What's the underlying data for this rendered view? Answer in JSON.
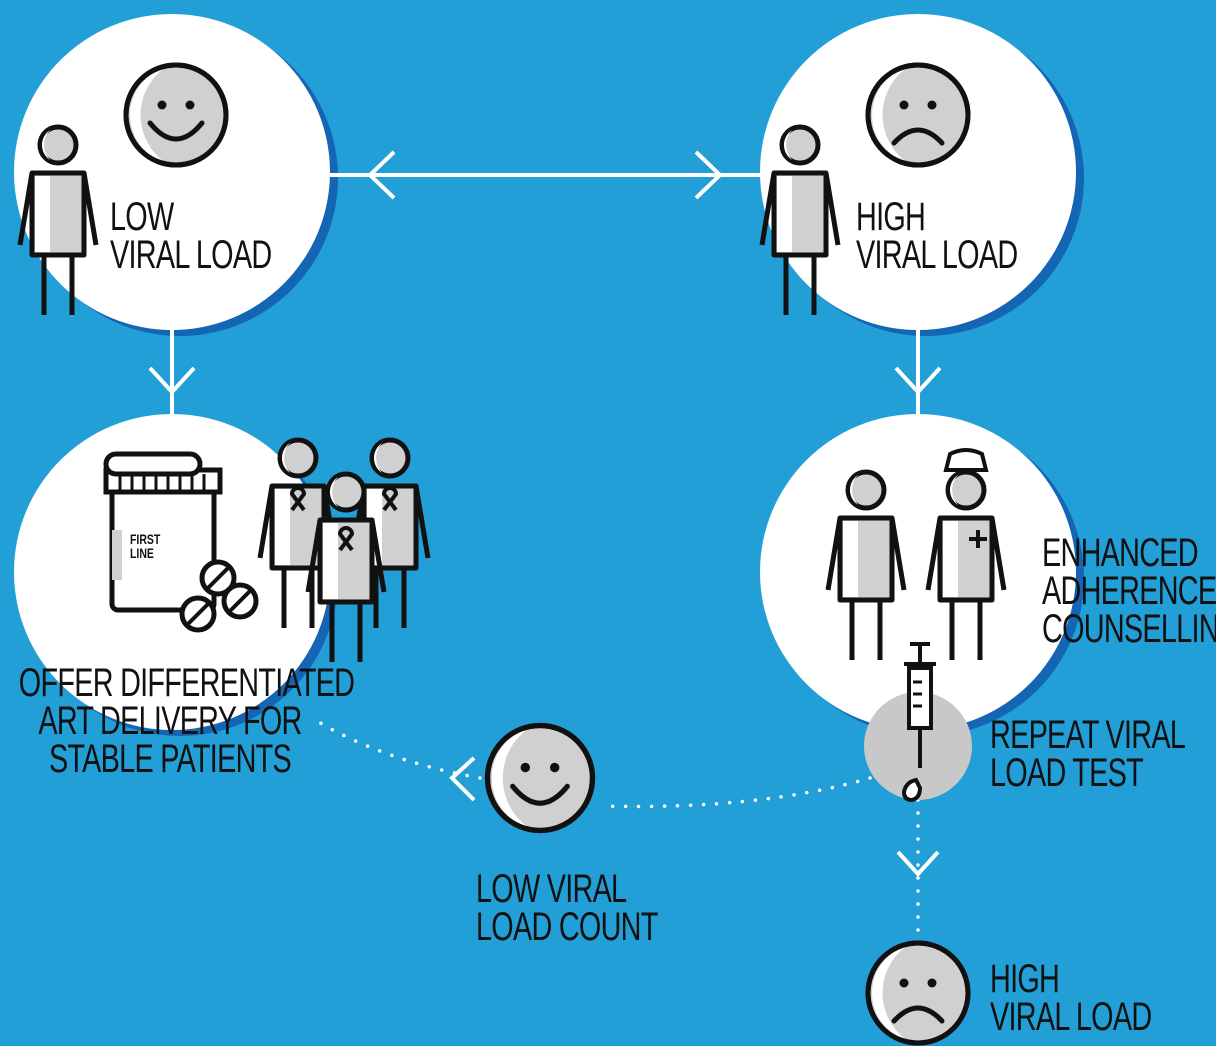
{
  "nodes": {
    "low_viral_load": {
      "line1": "LOW",
      "line2": "VIRAL LOAD"
    },
    "high_viral_load": {
      "line1": "HIGH",
      "line2": "VIRAL LOAD"
    },
    "differentiated_art": {
      "line1": "OFFER DIFFERENTIATED",
      "line2": "ART DELIVERY FOR",
      "line3": "STABLE PATIENTS"
    },
    "enhanced_adherence": {
      "line1": "ENHANCED",
      "line2": "ADHERENCE",
      "line3": "COUNSELLING"
    },
    "repeat_test": {
      "line1": "REPEAT VIRAL",
      "line2": "LOAD TEST"
    },
    "low_count": {
      "line1": "LOW VIRAL",
      "line2": "LOAD COUNT"
    },
    "high_result": {
      "line1": "HIGH",
      "line2": "VIRAL LOAD"
    }
  },
  "pill_bottle": {
    "line1": "FIRST",
    "line2": "LINE"
  },
  "colors": {
    "background": "#229fd7",
    "circle_shadow": "#1565b5",
    "circle": "#ffffff",
    "grey_fill": "#d0d0d0",
    "ink": "#111111"
  }
}
